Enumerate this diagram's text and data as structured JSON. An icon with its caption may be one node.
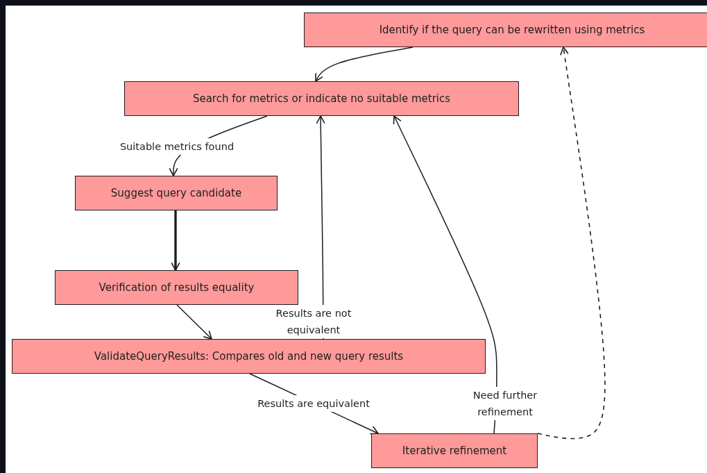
{
  "diagram": {
    "nodes": [
      {
        "text": [
          "Identify if the query can be rewritten using metrics"
        ]
      },
      {
        "text": [
          "Search for metrics or indicate no suitable metrics"
        ]
      },
      {
        "text": [
          "Suggest query candidate"
        ]
      },
      {
        "text": [
          "Verification of results equality"
        ]
      },
      {
        "text": [
          "ValidateQueryResults: Compares old and new query results"
        ]
      },
      {
        "text": [
          "Iterative refinement"
        ]
      }
    ],
    "edges": [
      {
        "from": 0,
        "to": 1,
        "arrow": "to"
      },
      {
        "from": 1,
        "to": 2,
        "arrow": "to",
        "label": "Suitable metrics found"
      },
      {
        "from": 2,
        "to": 3,
        "arrow": "to",
        "style": "thick"
      },
      {
        "from": 3,
        "to": 4,
        "arrow": "to"
      },
      {
        "from": 4,
        "to": 1,
        "arrow": "to",
        "label": "Results are not equivalent"
      },
      {
        "from": 4,
        "to": 5,
        "arrow": "to",
        "label": "Results are equivalent"
      },
      {
        "from": 5,
        "to": 1,
        "arrow": "to",
        "label": "Need further refinement"
      },
      {
        "from": 5,
        "to": 0,
        "arrow": "to",
        "style": "dashed"
      }
    ]
  }
}
